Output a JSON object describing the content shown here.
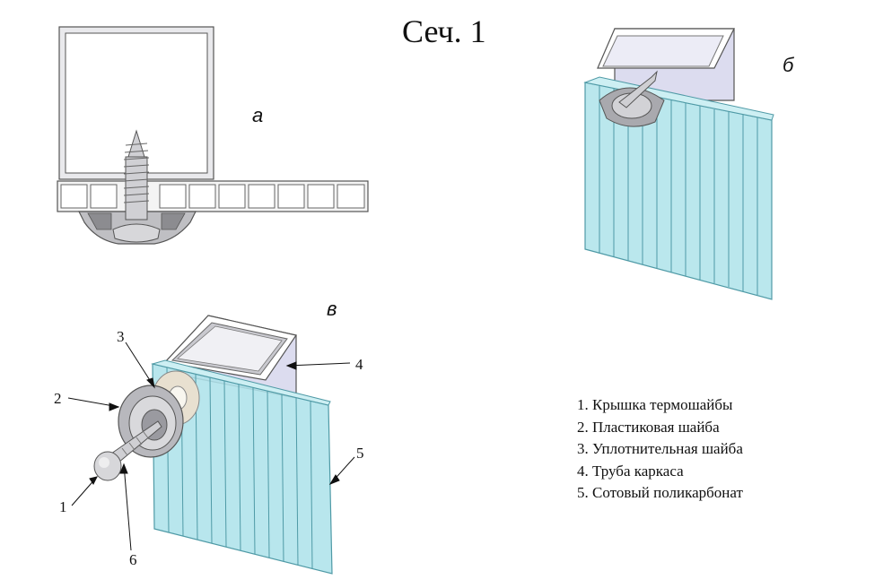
{
  "title": "Сеч. 1",
  "views": {
    "a": "а",
    "b": "б",
    "v": "в"
  },
  "callouts": [
    "1",
    "2",
    "3",
    "4",
    "5",
    "6"
  ],
  "legend": [
    "1. Крышка термошайбы",
    "2. Пластиковая шайба",
    "3. Уплотнительная шайба",
    "4. Труба каркаса",
    "5. Сотовый поликарбонат"
  ],
  "colors": {
    "polycarbonate": "#aee3ea",
    "polycarbonate_edge": "#4f9aa6",
    "metal": "#b9b9bd",
    "frame_tube_inner": "#dcdcef",
    "seal": "#e8e0d0"
  }
}
